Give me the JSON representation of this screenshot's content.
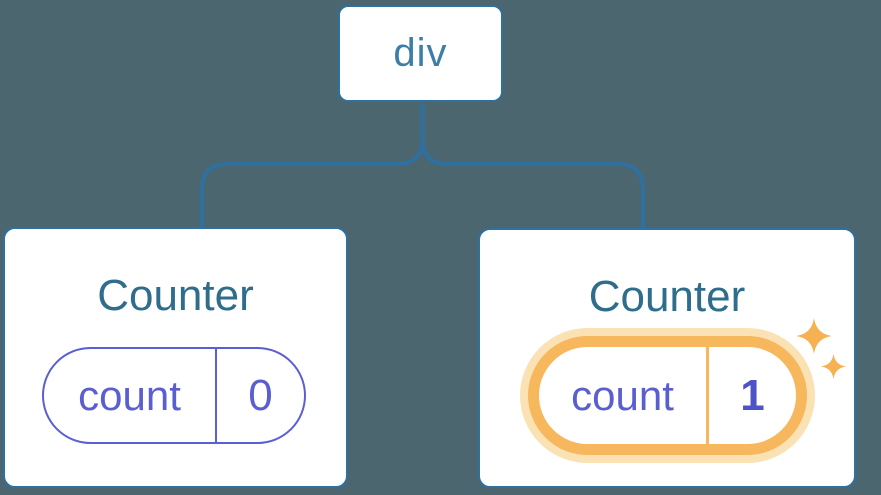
{
  "diagram": {
    "description": "Component tree with a div root and two Counter children showing isolated state",
    "root": {
      "label": "div"
    },
    "counters": [
      {
        "title": "Counter",
        "state_name": "count",
        "state_value": "0",
        "highlighted": false
      },
      {
        "title": "Counter",
        "state_name": "count",
        "state_value": "1",
        "highlighted": true
      }
    ]
  },
  "icons": {
    "sparkle_large": "four-pointed-star",
    "sparkle_small": "four-pointed-star"
  },
  "colors": {
    "background": "#4C6670",
    "connector": "#2E709F",
    "node_border": "#2E709F",
    "node_background": "#FFFFFF",
    "root_label_text": "#3D7EA7",
    "counter_title_text": "#2F6D8D",
    "state_pill_border": "#5C5FD4",
    "state_pill_text": "#5A5ED1",
    "highlight_border": "#F7B75D",
    "highlight_halo": "#FBE2B4",
    "highlight_value_text": "#4E54C8",
    "sparkle": "#F5B152"
  }
}
